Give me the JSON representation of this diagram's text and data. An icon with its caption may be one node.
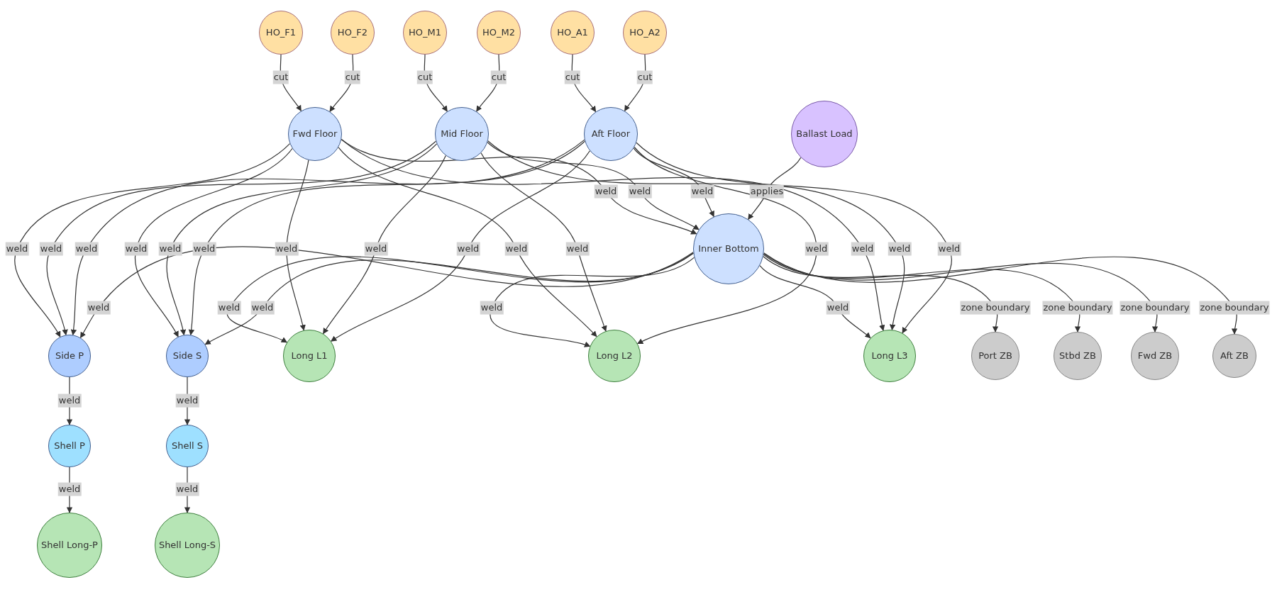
{
  "diagram": {
    "nodes": [
      {
        "text": [
          "HO_F1"
        ]
      },
      {
        "text": [
          "HO_F2"
        ]
      },
      {
        "text": [
          "HO_M1"
        ]
      },
      {
        "text": [
          "HO_M2"
        ]
      },
      {
        "text": [
          "HO_A1"
        ]
      },
      {
        "text": [
          "HO_A2"
        ]
      },
      {
        "text": [
          "Fwd Floor"
        ]
      },
      {
        "text": [
          "Mid Floor"
        ]
      },
      {
        "text": [
          "Aft Floor"
        ]
      },
      {
        "text": [
          "Ballast Load"
        ]
      },
      {
        "text": [
          "Inner Bottom"
        ]
      },
      {
        "text": [
          "Side P"
        ]
      },
      {
        "text": [
          "Side S"
        ]
      },
      {
        "text": [
          "Long L1"
        ]
      },
      {
        "text": [
          "Long L2"
        ]
      },
      {
        "text": [
          "Long L3"
        ]
      },
      {
        "text": [
          "Port ZB"
        ]
      },
      {
        "text": [
          "Stbd ZB"
        ]
      },
      {
        "text": [
          "Fwd ZB"
        ]
      },
      {
        "text": [
          "Aft ZB"
        ]
      },
      {
        "text": [
          "Shell P"
        ]
      },
      {
        "text": [
          "Shell S"
        ]
      },
      {
        "text": [
          "Shell Long-P"
        ]
      },
      {
        "text": [
          "Shell Long-S"
        ]
      }
    ],
    "edges": [
      {
        "from": 0,
        "to": 6,
        "arrow": "to",
        "label": "cut"
      },
      {
        "from": 1,
        "to": 6,
        "arrow": "to",
        "label": "cut"
      },
      {
        "from": 2,
        "to": 7,
        "arrow": "to",
        "label": "cut"
      },
      {
        "from": 3,
        "to": 7,
        "arrow": "to",
        "label": "cut"
      },
      {
        "from": 4,
        "to": 8,
        "arrow": "to",
        "label": "cut"
      },
      {
        "from": 5,
        "to": 8,
        "arrow": "to",
        "label": "cut"
      },
      {
        "from": 6,
        "to": 11,
        "arrow": "to",
        "label": "weld"
      },
      {
        "from": 6,
        "to": 12,
        "arrow": "to",
        "label": "weld"
      },
      {
        "from": 6,
        "to": 13,
        "arrow": "to",
        "label": "weld"
      },
      {
        "from": 6,
        "to": 14,
        "arrow": "to",
        "label": "weld"
      },
      {
        "from": 6,
        "to": 15,
        "arrow": "to",
        "label": "weld"
      },
      {
        "from": 6,
        "to": 10,
        "arrow": "to",
        "label": "weld"
      },
      {
        "from": 7,
        "to": 11,
        "arrow": "to",
        "label": "weld"
      },
      {
        "from": 7,
        "to": 12,
        "arrow": "to",
        "label": "weld"
      },
      {
        "from": 7,
        "to": 13,
        "arrow": "to",
        "label": "weld"
      },
      {
        "from": 7,
        "to": 14,
        "arrow": "to",
        "label": "weld"
      },
      {
        "from": 7,
        "to": 15,
        "arrow": "to",
        "label": "weld"
      },
      {
        "from": 7,
        "to": 10,
        "arrow": "to",
        "label": "weld"
      },
      {
        "from": 8,
        "to": 11,
        "arrow": "to",
        "label": "weld"
      },
      {
        "from": 8,
        "to": 12,
        "arrow": "to",
        "label": "weld"
      },
      {
        "from": 8,
        "to": 13,
        "arrow": "to",
        "label": "weld"
      },
      {
        "from": 8,
        "to": 14,
        "arrow": "to",
        "label": "weld"
      },
      {
        "from": 8,
        "to": 15,
        "arrow": "to",
        "label": "weld"
      },
      {
        "from": 8,
        "to": 10,
        "arrow": "to",
        "label": "weld"
      },
      {
        "from": 9,
        "to": 10,
        "arrow": "to",
        "label": "applies"
      },
      {
        "from": 10,
        "to": 11,
        "arrow": "to",
        "label": "weld"
      },
      {
        "from": 10,
        "to": 12,
        "arrow": "to",
        "label": "weld"
      },
      {
        "from": 10,
        "to": 13,
        "arrow": "to",
        "label": "weld"
      },
      {
        "from": 10,
        "to": 14,
        "arrow": "to",
        "label": "weld"
      },
      {
        "from": 10,
        "to": 15,
        "arrow": "to",
        "label": "weld"
      },
      {
        "from": 10,
        "to": 16,
        "arrow": "to",
        "label": "zone boundary"
      },
      {
        "from": 10,
        "to": 17,
        "arrow": "to",
        "label": "zone boundary"
      },
      {
        "from": 10,
        "to": 18,
        "arrow": "to",
        "label": "zone boundary"
      },
      {
        "from": 10,
        "to": 19,
        "arrow": "to",
        "label": "zone boundary"
      },
      {
        "from": 11,
        "to": 20,
        "arrow": "to",
        "label": "weld"
      },
      {
        "from": 20,
        "to": 22,
        "arrow": "to",
        "label": "weld"
      },
      {
        "from": 12,
        "to": 21,
        "arrow": "to",
        "label": "weld"
      },
      {
        "from": 21,
        "to": 23,
        "arrow": "to",
        "label": "weld"
      }
    ]
  }
}
